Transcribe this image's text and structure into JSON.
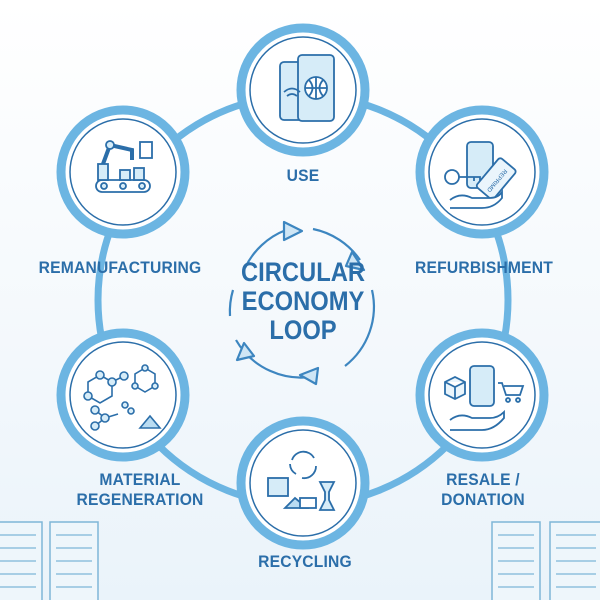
{
  "title": {
    "line1": "CIRCULAR",
    "line2": "ECONOMY",
    "line3": "LOOP"
  },
  "stages": {
    "use": "USE",
    "refurbishment": "REFURBISHMENT",
    "resale_line1": "RESALE /",
    "resale_line2": "DONATION",
    "recycling": "RECYCLING",
    "material_line1": "MATERIAL",
    "material_line2": "REGENERATION",
    "remanufacturing": "REMANUFACTURING"
  },
  "tag_text": "REPRIMD",
  "colors": {
    "ring": "#6cb5e2",
    "dark": "#2b6ea9",
    "fill": "#d6ecf8"
  }
}
